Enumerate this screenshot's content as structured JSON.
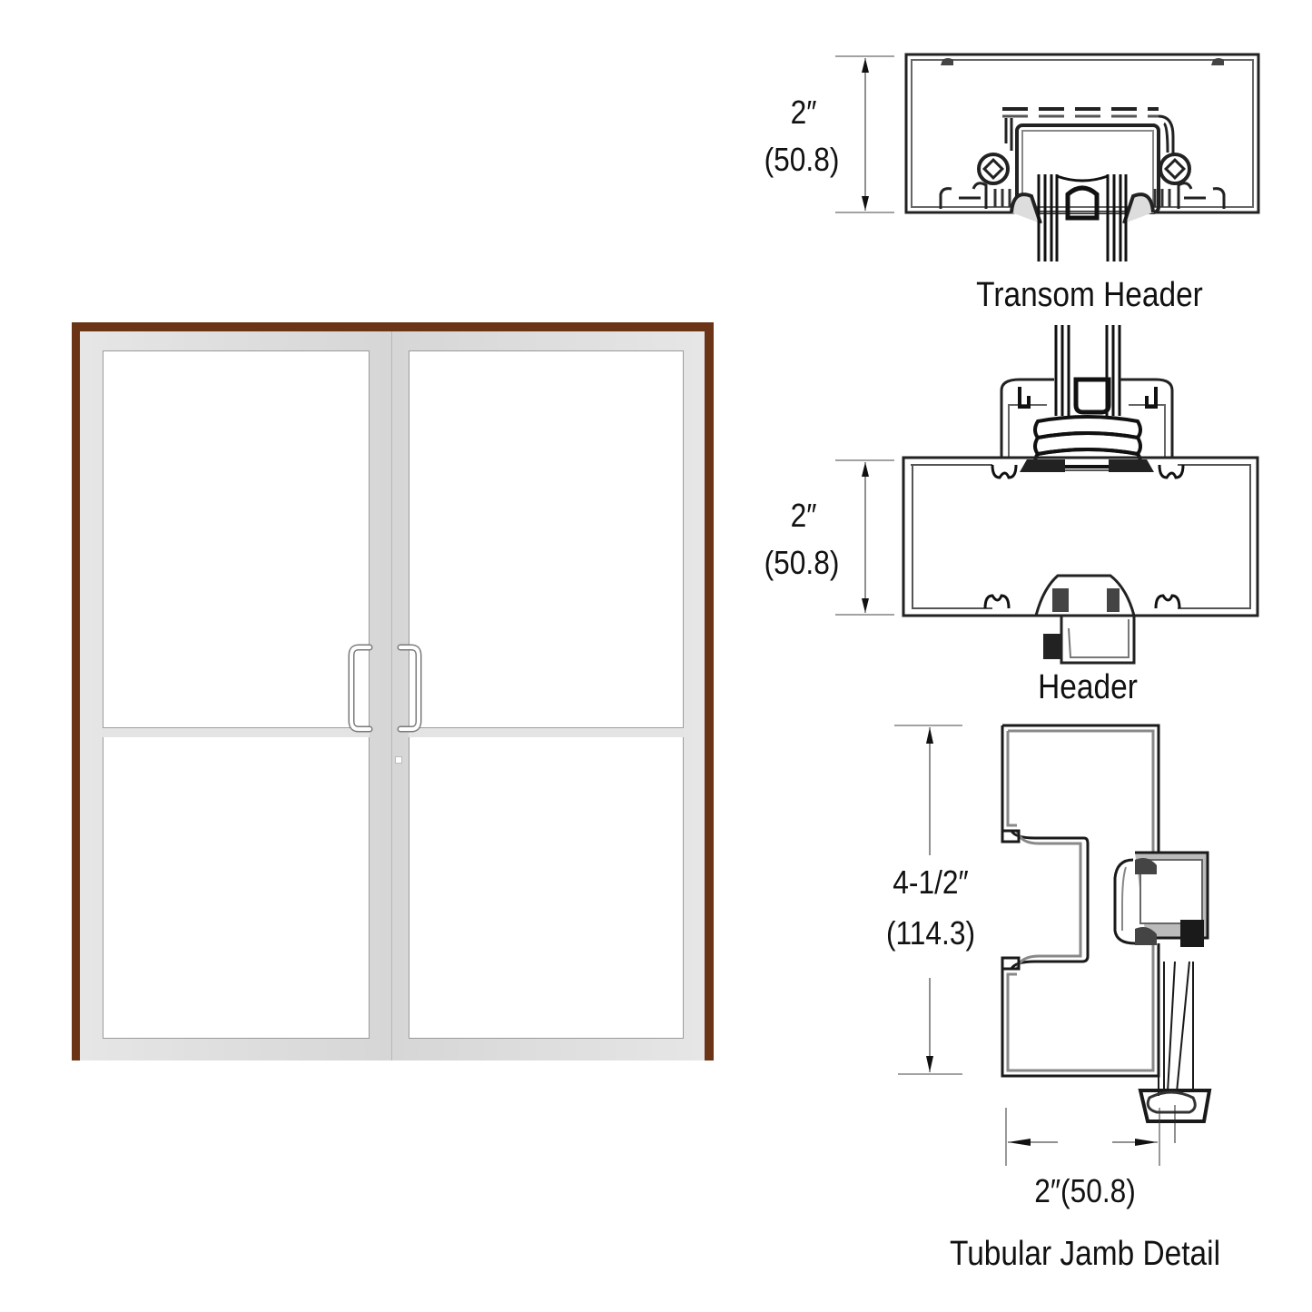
{
  "door_elevation": {
    "type": "double-door",
    "frame_color": "#6b3416",
    "door_color": "#d9d9d9",
    "glass_color": "#ffffff",
    "handles": "offset-pull-handles",
    "mid_rail": true
  },
  "details": [
    {
      "id": "transom-header",
      "title": "Transom Header",
      "dimension": {
        "imperial": "2″",
        "metric": "(50.8)"
      }
    },
    {
      "id": "header",
      "title": "Header",
      "dimension": {
        "imperial": "2″",
        "metric": "(50.8)"
      }
    },
    {
      "id": "tubular-jamb",
      "title": "Tubular Jamb Detail",
      "dimension_vertical": {
        "imperial": "4-1/2″",
        "metric": "(114.3)"
      },
      "dimension_horizontal": {
        "label": "2″(50.8)"
      }
    }
  ],
  "colors": {
    "line": "#1a1a1a",
    "profile_fill": "#9a9a9a"
  }
}
